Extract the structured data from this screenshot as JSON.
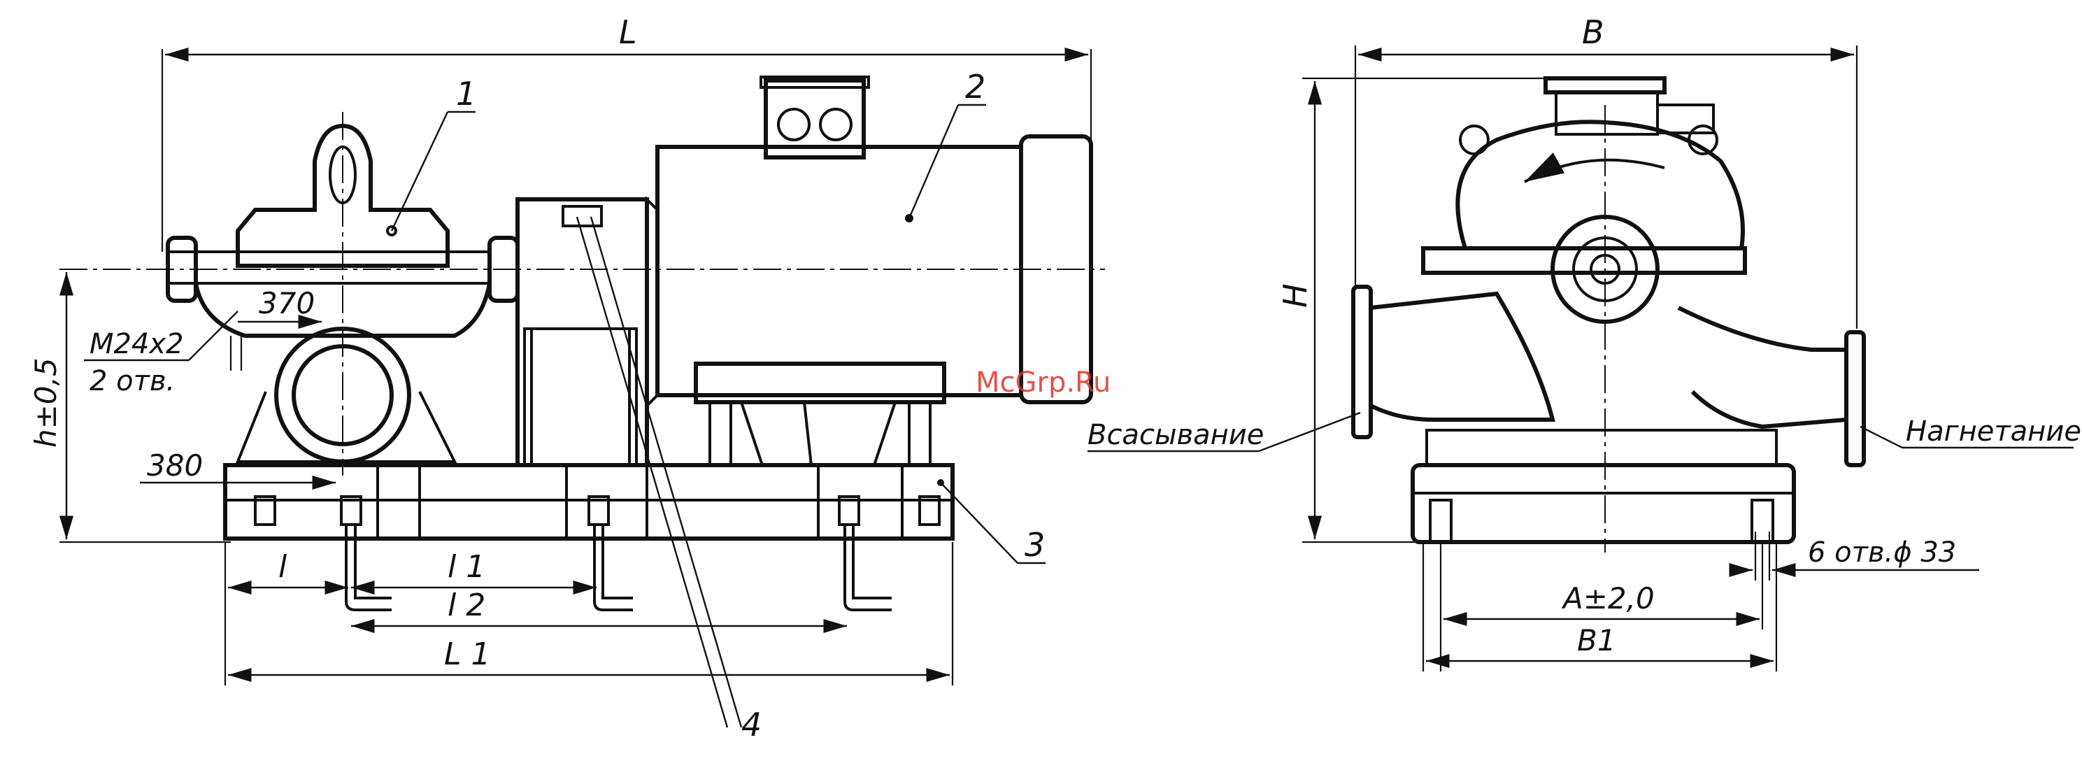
{
  "watermark": "McGrp.Ru",
  "front_view": {
    "overall_length": "L",
    "callouts": [
      "1",
      "2",
      "3",
      "4"
    ],
    "dim_370": "370",
    "dim_380": "380",
    "thread": "M24x2",
    "thread_holes": "2 отв.",
    "height": "h±0,5",
    "l": "l",
    "l1": "l 1",
    "l2": "l 2",
    "L1": "L 1"
  },
  "side_view": {
    "width": "B",
    "height": "H",
    "suction": "Всасывание",
    "discharge": "Нагнетание",
    "holes": "6 отв.ϕ 33",
    "a_dim": "A±2,0",
    "b1_dim": "B1"
  }
}
